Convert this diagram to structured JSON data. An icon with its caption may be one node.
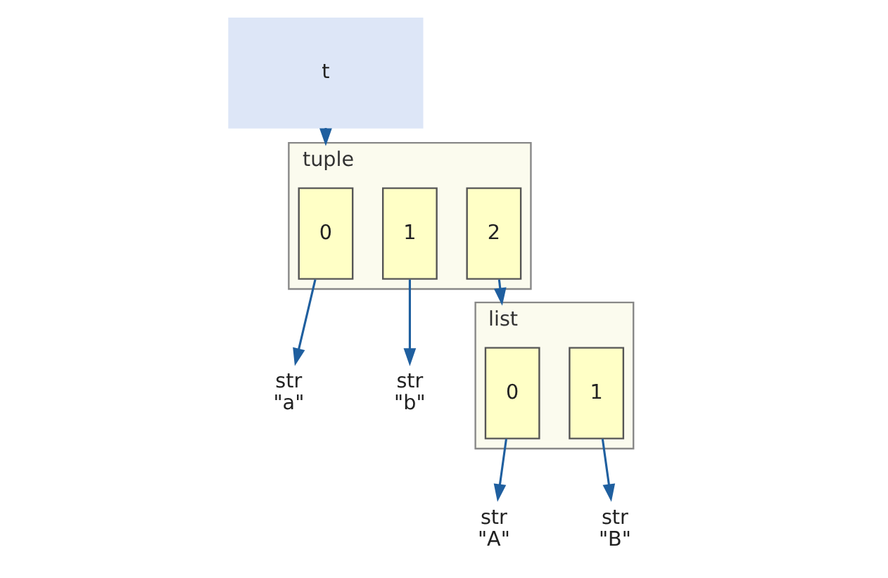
{
  "diagram": {
    "nodes": [
      {
        "text": [
          "t"
        ]
      },
      {
        "text": [
          "tuple"
        ]
      },
      {
        "text": [
          "0"
        ],
        "in": 1
      },
      {
        "text": [
          "1"
        ],
        "in": 1
      },
      {
        "text": [
          "2"
        ],
        "in": 1
      },
      {
        "text": [
          "list"
        ]
      },
      {
        "text": [
          "0"
        ],
        "in": 5
      },
      {
        "text": [
          "1"
        ],
        "in": 5
      },
      {
        "text": [
          "str",
          "\"b\""
        ]
      },
      {
        "text": [
          "str",
          "\"a\""
        ]
      },
      {
        "text": [
          "str",
          "\"B\""
        ]
      },
      {
        "text": [
          "str",
          "\"A\""
        ]
      }
    ],
    "edges": [
      {
        "from": 0,
        "to": 1,
        "arrow": "to"
      },
      {
        "from": 2,
        "to": 9,
        "arrow": "to"
      },
      {
        "from": 3,
        "to": 8,
        "arrow": "to"
      },
      {
        "from": 4,
        "to": 5,
        "arrow": "to"
      },
      {
        "from": 6,
        "to": 11,
        "arrow": "to"
      },
      {
        "from": 7,
        "to": 10,
        "arrow": "to"
      }
    ]
  }
}
